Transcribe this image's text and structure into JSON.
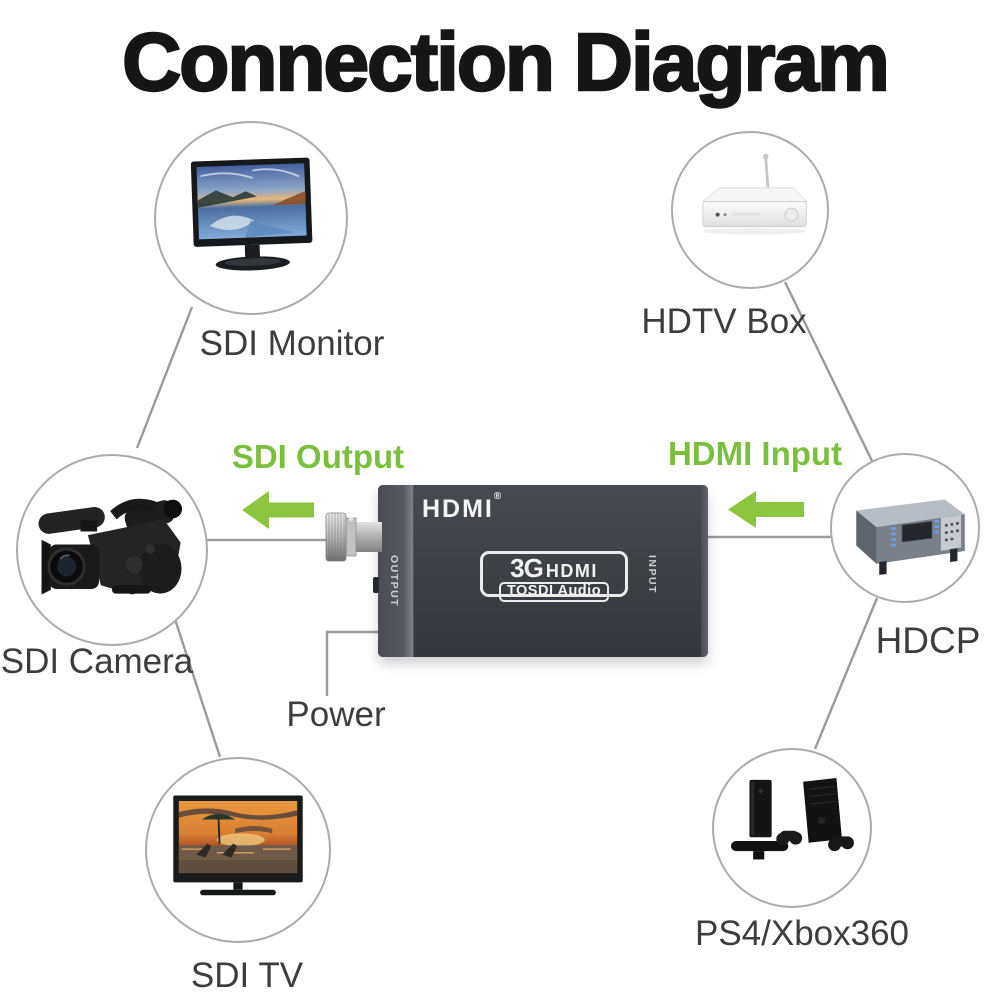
{
  "title": "Connection Diagram",
  "colors": {
    "accent_green": "#7bbf3e",
    "arrow_green": "#8bc63e",
    "connector_line_gray": "#9b9b9b",
    "label_text": "#3d3d3d",
    "device_body": "#3e4146"
  },
  "nodes": [
    {
      "id": "sdi-monitor",
      "label": "SDI Monitor"
    },
    {
      "id": "hdtv-box",
      "label": "HDTV Box"
    },
    {
      "id": "sdi-camera",
      "label": "SDI Camera"
    },
    {
      "id": "hdcp",
      "label": "HDCP"
    },
    {
      "id": "sdi-tv",
      "label": "SDI TV"
    },
    {
      "id": "ps4-xbox360",
      "label": "PS4/Xbox360"
    }
  ],
  "annotations": {
    "sdi_output": "SDI Output",
    "hdmi_input": "HDMI Input",
    "power": "Power"
  },
  "device": {
    "brand": "HDMI",
    "brand_reg": "®",
    "badge_3g": "3G",
    "badge_hdmi": "HDMI",
    "badge_sub": "TOSDI Audio",
    "port_output": "OUTPUT",
    "port_input": "INPUT"
  }
}
